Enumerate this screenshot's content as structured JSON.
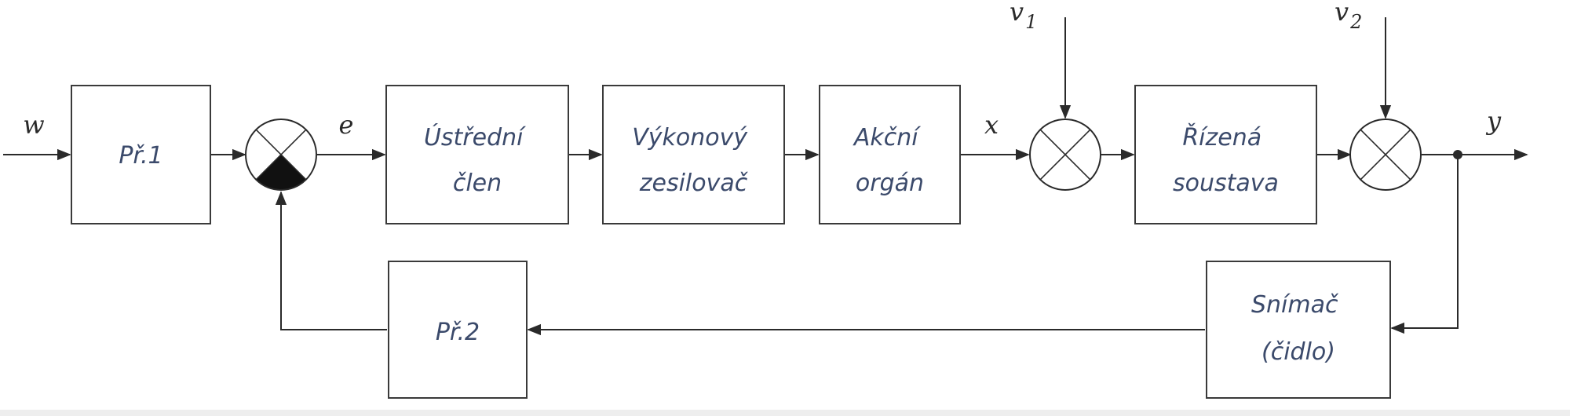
{
  "signals": {
    "w": "w",
    "e": "e",
    "x": "x",
    "v1": "v",
    "v1_sub": "1",
    "v2": "v",
    "v2_sub": "2",
    "y": "y"
  },
  "blocks": {
    "pr1": [
      "Př.1"
    ],
    "ustredni": [
      "Ústřední",
      "člen"
    ],
    "vykonovy": [
      "Výkonový",
      "zesilovač"
    ],
    "akcni": [
      "Akční",
      "orgán"
    ],
    "rizena": [
      "Řízená",
      "soustava"
    ],
    "snimac": [
      "Snímač",
      "(čidlo)"
    ],
    "pr2": [
      "Př.2"
    ]
  },
  "colors": {
    "text": "#3b4a6b",
    "line": "#2a2a2a"
  }
}
